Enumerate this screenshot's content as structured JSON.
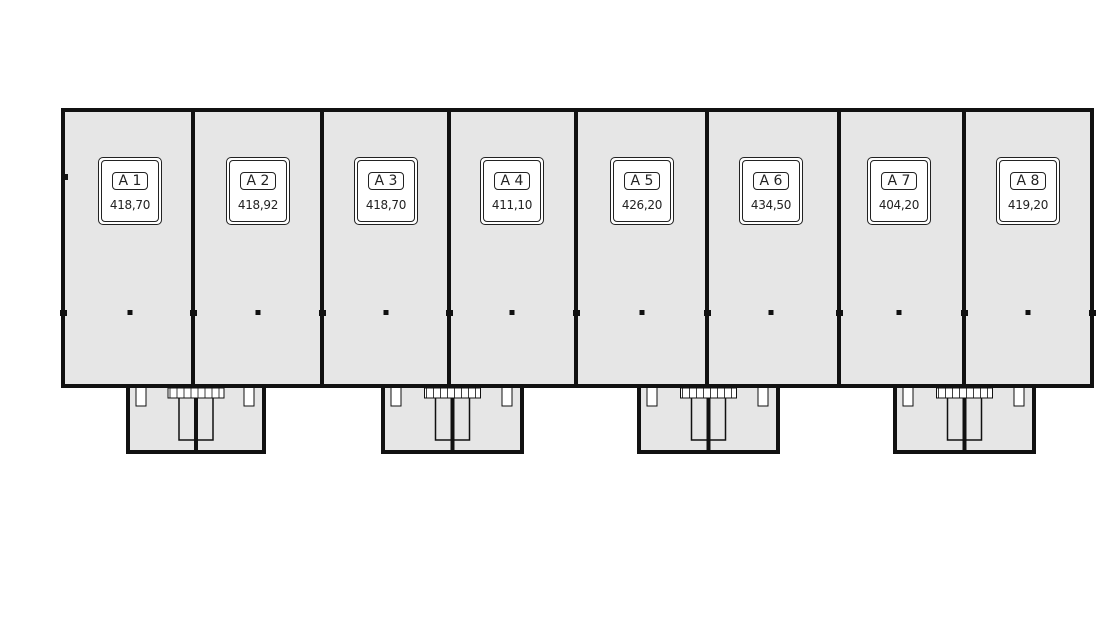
{
  "plan": {
    "colors": {
      "wall": "#111111",
      "floor": "#e6e6e6",
      "background": "#ffffff"
    },
    "units": [
      {
        "name": "A 1",
        "area": "418,70"
      },
      {
        "name": "A 2",
        "area": "418,92"
      },
      {
        "name": "A 3",
        "area": "418,70"
      },
      {
        "name": "A 4",
        "area": "411,10"
      },
      {
        "name": "A 5",
        "area": "426,20"
      },
      {
        "name": "A 6",
        "area": "434,50"
      },
      {
        "name": "A 7",
        "area": "404,20"
      },
      {
        "name": "A 8",
        "area": "419,20"
      }
    ]
  }
}
